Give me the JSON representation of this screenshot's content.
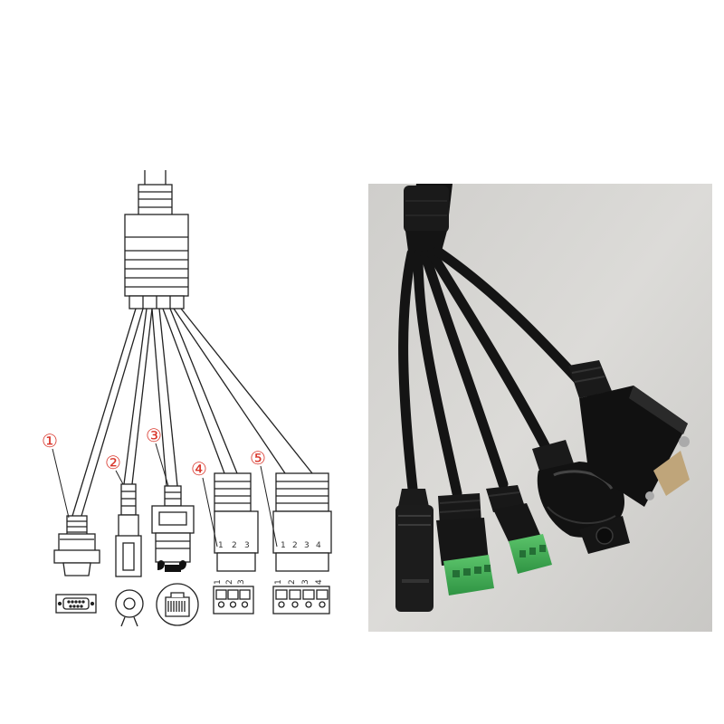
{
  "callouts": [
    {
      "number": "①"
    },
    {
      "number": "②"
    },
    {
      "number": "③"
    },
    {
      "number": "④"
    },
    {
      "number": "⑤"
    }
  ],
  "terminal_3pin": {
    "pins": [
      "1",
      "2",
      "3"
    ]
  },
  "terminal_4pin": {
    "pins": [
      "1",
      "2",
      "3",
      "4"
    ]
  },
  "colors": {
    "line": "#222222",
    "callout_red": "#d9362b",
    "photo_bg": "#d6d5d2",
    "cable_black": "#141414",
    "terminal_green": "#3dae54"
  },
  "icons": [
    "db9-serial-icon",
    "dc-power-jack-icon",
    "rj45-port-icon",
    "terminal-block-3pin-icon",
    "terminal-block-4pin-icon"
  ]
}
